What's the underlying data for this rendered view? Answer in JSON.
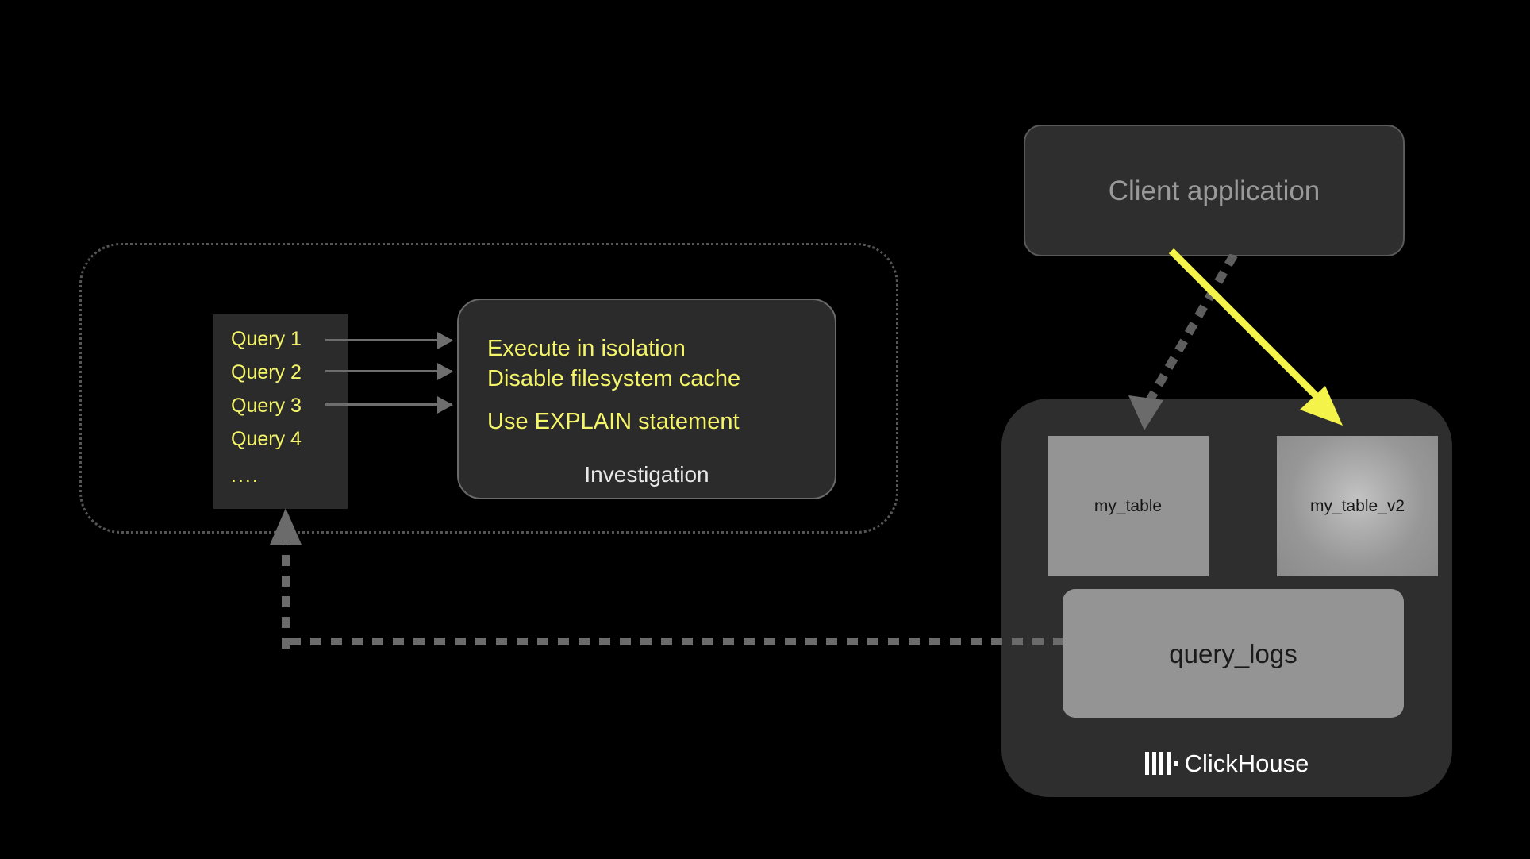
{
  "diagram": {
    "background_color": "#000000",
    "accent_yellow": "#f5f56a",
    "arrow_yellow": "#f3f34a",
    "gray_arrow": "#6e6e6e",
    "panel_gray": "#2e2e2e",
    "table_gray": "#949494"
  },
  "workflow": {
    "container_name": "query-investigation-loop",
    "queries": {
      "items": [
        {
          "label": "Query 1"
        },
        {
          "label": "Query 2"
        },
        {
          "label": "Query 3"
        },
        {
          "label": "Query 4"
        },
        {
          "label": "...."
        }
      ]
    },
    "investigation": {
      "caption": "Investigation",
      "steps": [
        "Execute in isolation",
        "Disable filesystem cache",
        "Use EXPLAIN statement"
      ]
    }
  },
  "client": {
    "label": "Client application"
  },
  "clickhouse": {
    "logo_text": "ClickHouse",
    "tables": [
      {
        "name": "my_table",
        "highlighted": false
      },
      {
        "name": "my_table_v2",
        "highlighted": true
      }
    ],
    "system_table": {
      "name": "query_logs"
    }
  },
  "connections": {
    "client_to_my_table": {
      "style": "dotted",
      "color": "#6e6e6e"
    },
    "client_to_my_table_v2": {
      "style": "solid",
      "color": "#f3f34a"
    },
    "query_logs_to_queries": {
      "style": "dotted",
      "color": "#6e6e6e"
    }
  }
}
